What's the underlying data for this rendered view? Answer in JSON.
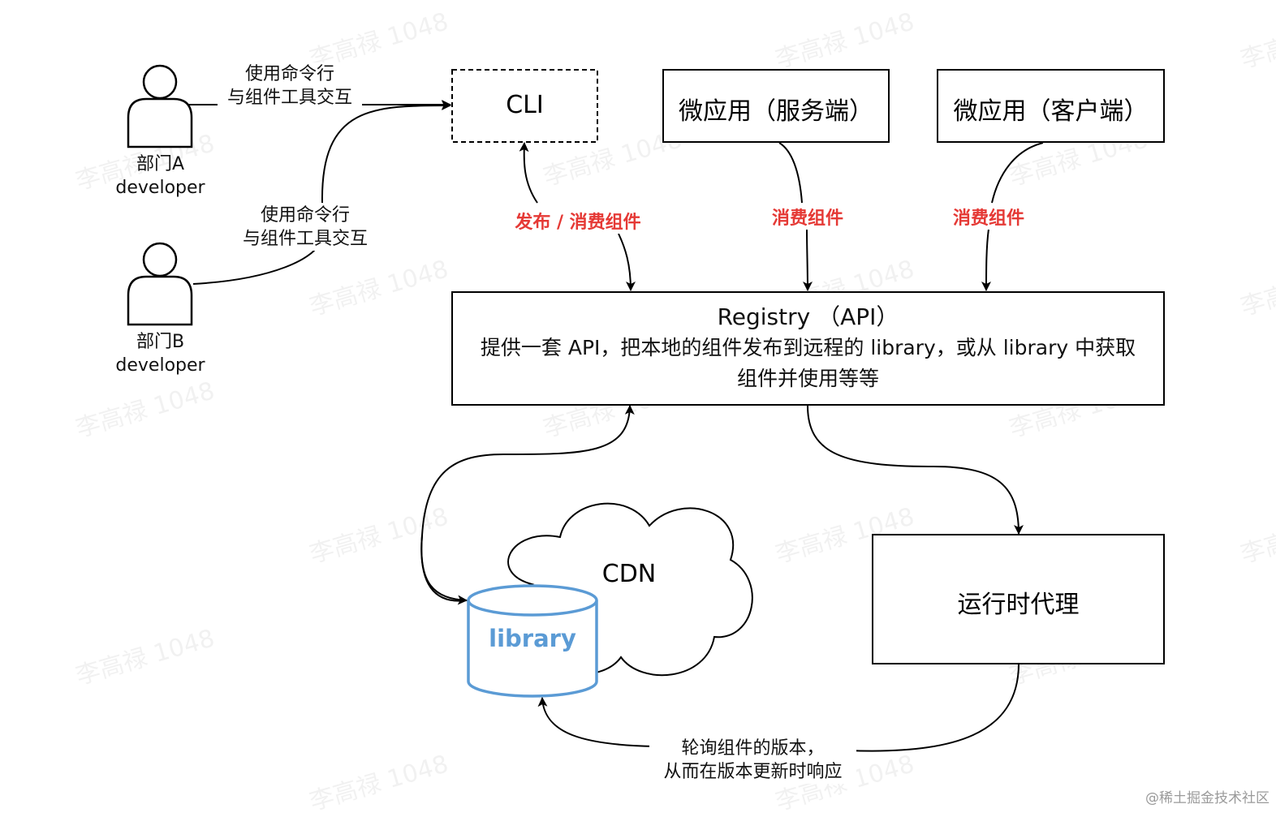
{
  "actors": {
    "dept_a": {
      "line1": "部门A",
      "line2": "developer"
    },
    "dept_b": {
      "line1": "部门B",
      "line2": "developer"
    }
  },
  "edge_labels": {
    "a_to_cli": {
      "line1": "使用命令行",
      "line2": "与组件工具交互"
    },
    "b_to_cli": {
      "line1": "使用命令行",
      "line2": "与组件工具交互"
    },
    "cli_registry": "发布 / 消费组件",
    "server_registry": "消费组件",
    "client_registry": "消费组件",
    "proxy_library": {
      "line1": "轮询组件的版本，",
      "line2": "从而在版本更新时响应"
    }
  },
  "nodes": {
    "cli": "CLI",
    "micro_server": "微应用（服务端）",
    "micro_client": "微应用（客户端）",
    "registry": {
      "title": "Registry （API）",
      "desc1": "提供一套 API，把本地的组件发布到远程的 library，或从 library 中获取",
      "desc2": "组件并使用等等"
    },
    "cdn": "CDN",
    "library": "library",
    "runtime_proxy": "运行时代理"
  },
  "watermark": "李高禄 1048",
  "footer": "@稀土掘金技术社区",
  "colors": {
    "edge_label_red": "#e53935",
    "library_blue": "#5b9bd5",
    "line": "#000000"
  }
}
